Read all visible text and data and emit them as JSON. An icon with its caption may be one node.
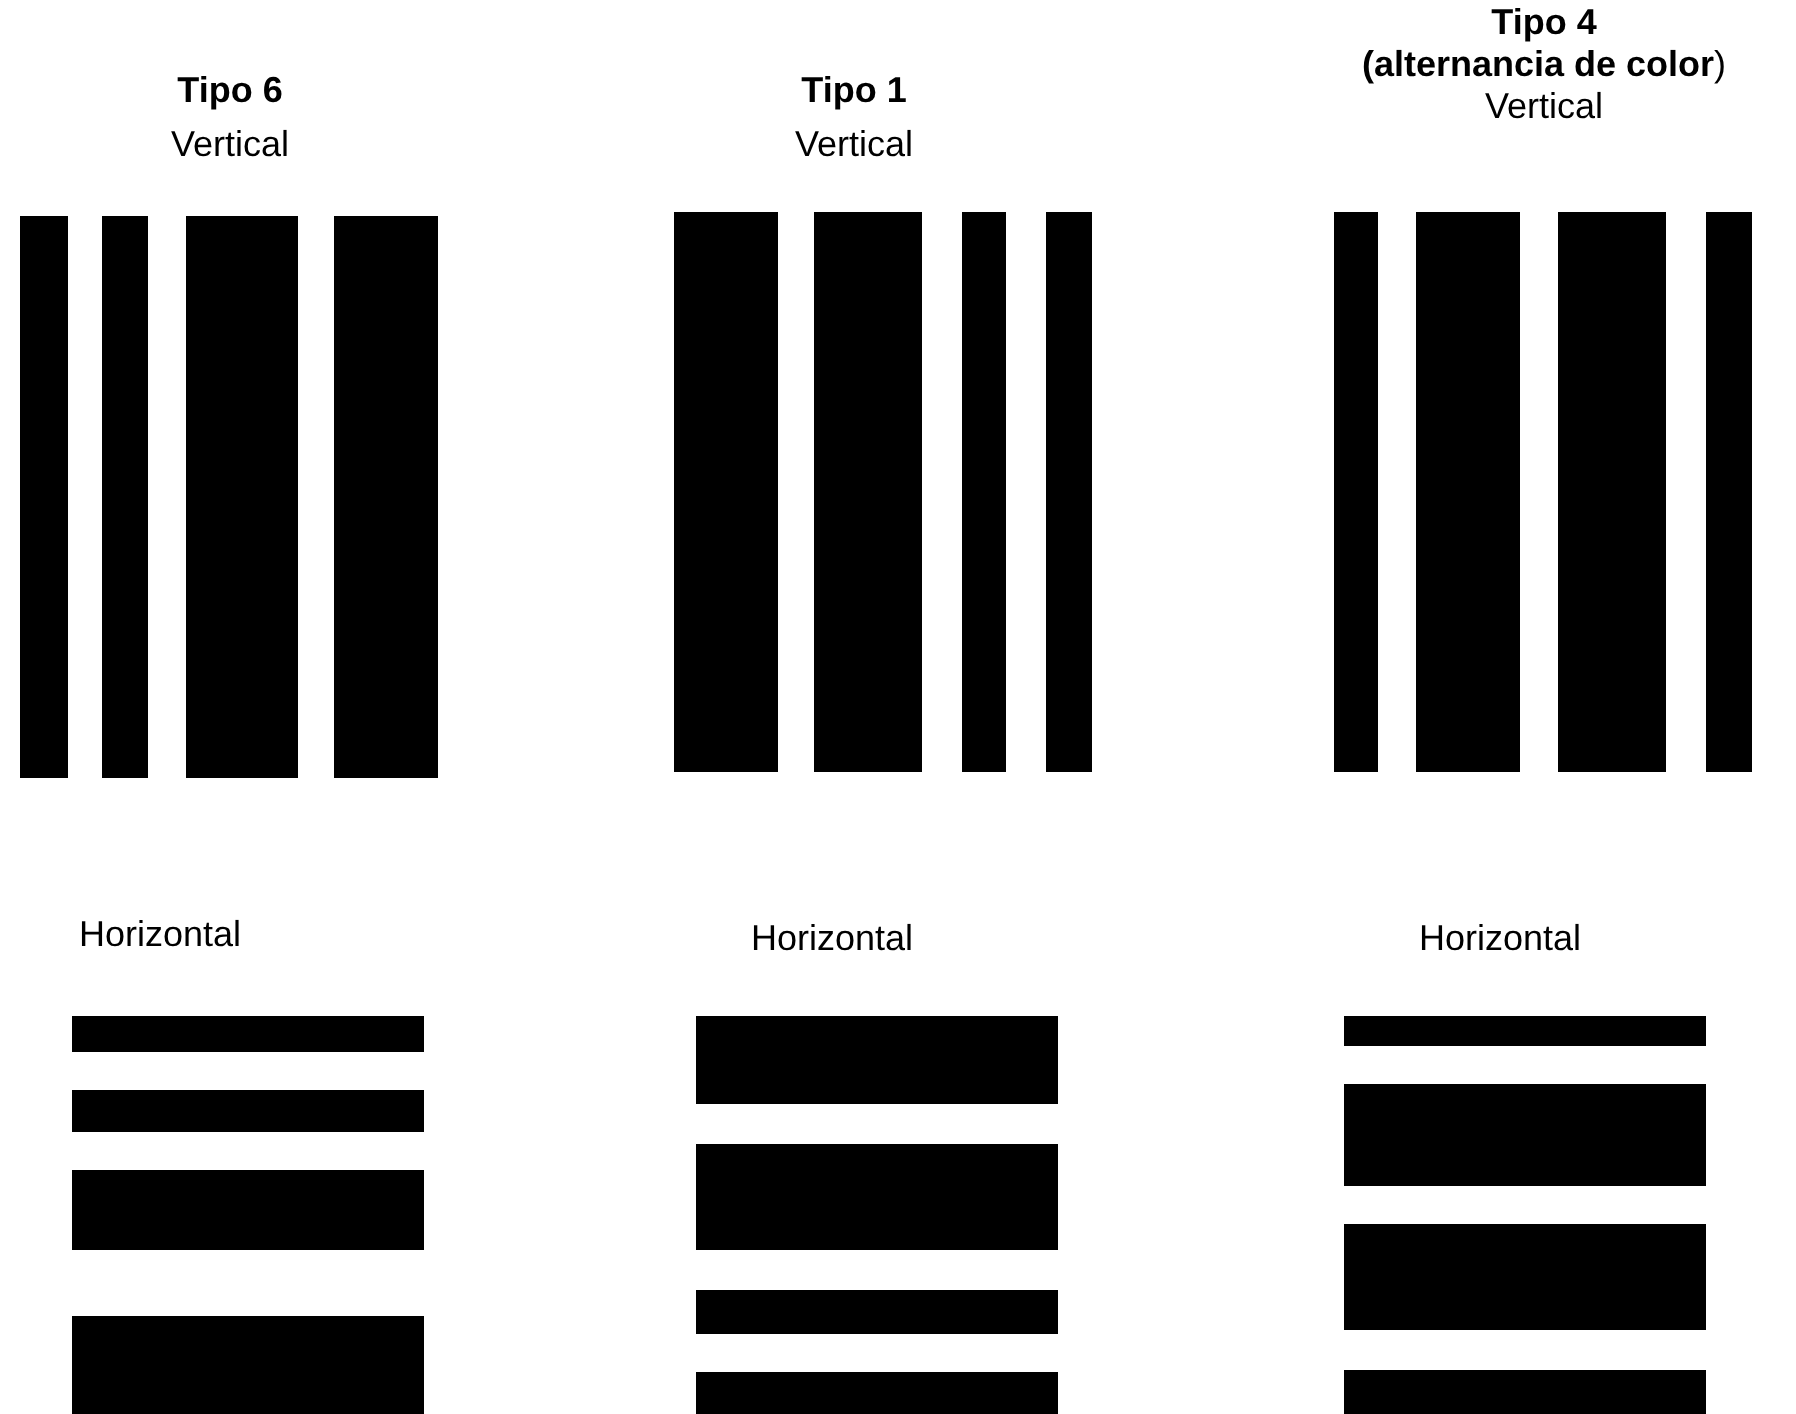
{
  "diagram": {
    "labels": [
      "Tipo 6",
      "Vertical",
      "Tipo 1",
      "Vertical",
      "Tipo 4",
      "**(alternancia de color**)",
      "Vertical",
      "Horizontal",
      "Horizontal",
      "Horizontal"
    ]
  }
}
